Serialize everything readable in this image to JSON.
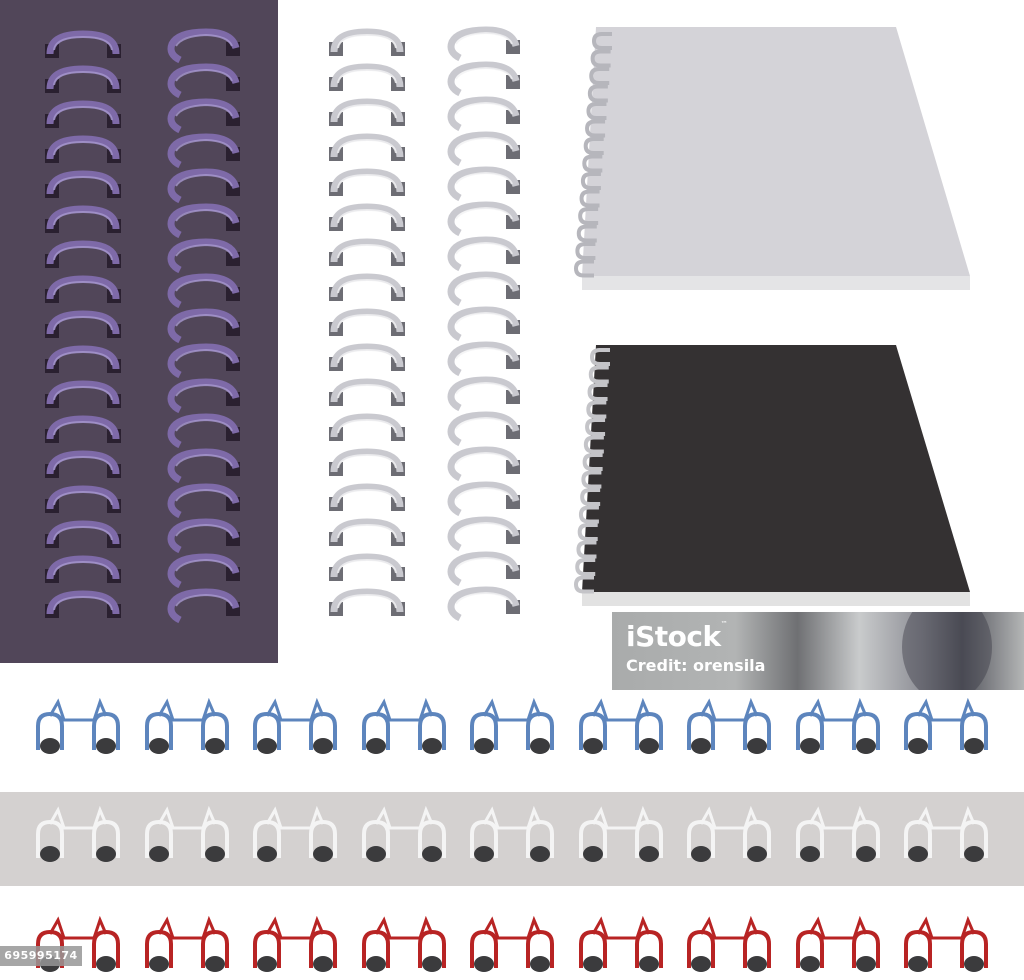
{
  "image": {
    "subject": "spiral notebook binding set",
    "background": "#ffffff"
  },
  "purple_panel": {
    "color": "#514659",
    "ring_color": "#7e6aa8",
    "ring_shadow": "#2a2030",
    "columns": 2,
    "rows": 17
  },
  "silver_rings": {
    "color": "#c9c9cf",
    "highlight": "#f2f2f4",
    "shadow": "#6d6d74",
    "columns": 2,
    "rows": 17
  },
  "notebooks": [
    {
      "name": "light-notebook",
      "cover_color": "#d4d3d8",
      "edge_color": "#e4e4e6",
      "ring_count": 14
    },
    {
      "name": "dark-notebook",
      "cover_color": "#343132",
      "edge_color": "#dcdcdc",
      "ring_count": 14
    }
  ],
  "watermark": {
    "brand": "iStock",
    "trademark": "™",
    "credit": "Credit: orensila"
  },
  "binding_rows": [
    {
      "name": "blue",
      "wire_color": "#5d85bd",
      "background": "#ffffff",
      "pairs": 9
    },
    {
      "name": "white",
      "wire_color": "#f4f4f4",
      "background": "#d4d1d0",
      "pairs": 9
    },
    {
      "name": "red",
      "wire_color": "#b82424",
      "background": "#ffffff",
      "pairs": 9
    }
  ],
  "image_id": "695995174"
}
